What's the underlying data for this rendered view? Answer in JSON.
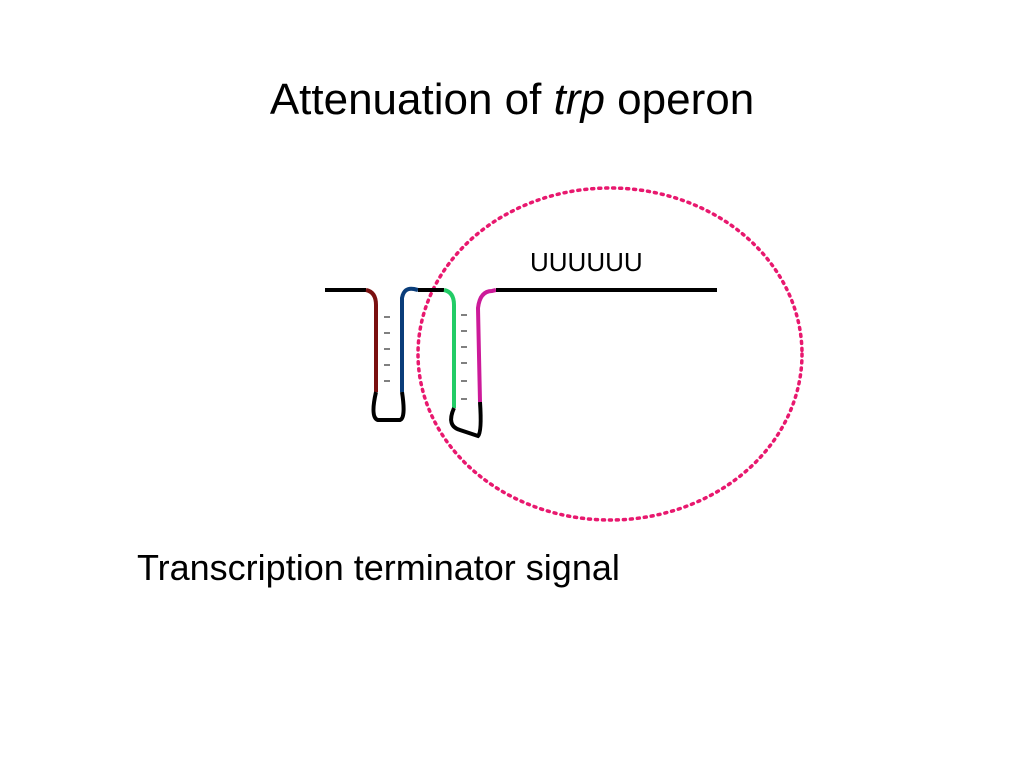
{
  "title": {
    "prefix": "Attenuation of ",
    "italic": "trp",
    "suffix": " operon"
  },
  "sequence_label": "UUUUUU",
  "caption": "Transcription terminator signal",
  "colors": {
    "strand": "#000000",
    "stem1_left": "#7a1010",
    "stem1_right": "#0a3d7a",
    "stem2_left": "#22cc66",
    "stem2_right": "#cc1a99",
    "highlight_circle": "#e8186e"
  }
}
